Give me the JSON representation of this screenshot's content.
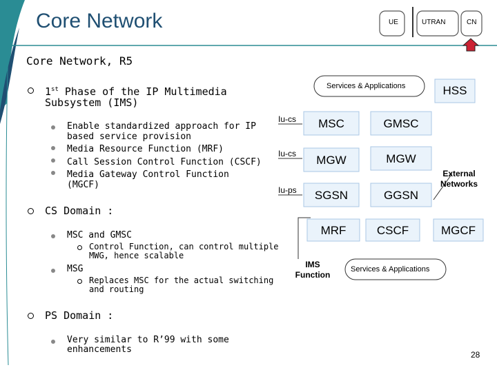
{
  "header": {
    "title": "Core Network",
    "tabs": [
      "UE",
      "UTRAN",
      "CN"
    ]
  },
  "subtitle": "Core Network, R5",
  "ims_phase": {
    "ordinal": "1",
    "sup": "st",
    "line1_rest": "Phase of the IP Multimedia",
    "line2": "Subsystem (IMS)",
    "bullets": [
      "Enable standardized approach for IP",
      "based service provision",
      "Media Resource Function (MRF)",
      "Call Session Control Function (CSCF)",
      "Media Gateway Control Function",
      "(MGCF)"
    ]
  },
  "cs_domain": {
    "heading": "CS Domain :",
    "item1": "MSC and GMSC",
    "item1_sub": [
      "Control Function, can control multiple",
      "MWG, hence scalable"
    ],
    "item2": "MSG",
    "item2_sub": [
      "Replaces MSC for the actual switching",
      "and routing"
    ]
  },
  "ps_domain": {
    "heading": "PS Domain :",
    "item1": [
      "Very similar to R’99 with some",
      "enhancements"
    ]
  },
  "diagram": {
    "services_top": "Services & Applications",
    "hss": "HSS",
    "iu_cs_1": "Iu-cs",
    "iu_cs_2": "Iu-cs",
    "iu_ps": "Iu-ps",
    "msc": "MSC",
    "gmsc": "GMSC",
    "mgw1": "MGW",
    "mgw2": "MGW",
    "sgsn": "SGSN",
    "ggsn": "GGSN",
    "external_networks": [
      "External",
      "Networks"
    ],
    "mrf": "MRF",
    "cscf": "CSCF",
    "mgcf": "MGCF",
    "ims_function": [
      "IMS",
      "Function"
    ],
    "services_bottom": "Services & Applications"
  },
  "page_number": "28",
  "colors": {
    "title": "#1f4f72",
    "teal": "#2a8c94",
    "node_fill": "#eaf3fb",
    "node_border": "#a9c7e4",
    "arrow": "#cc2233"
  }
}
